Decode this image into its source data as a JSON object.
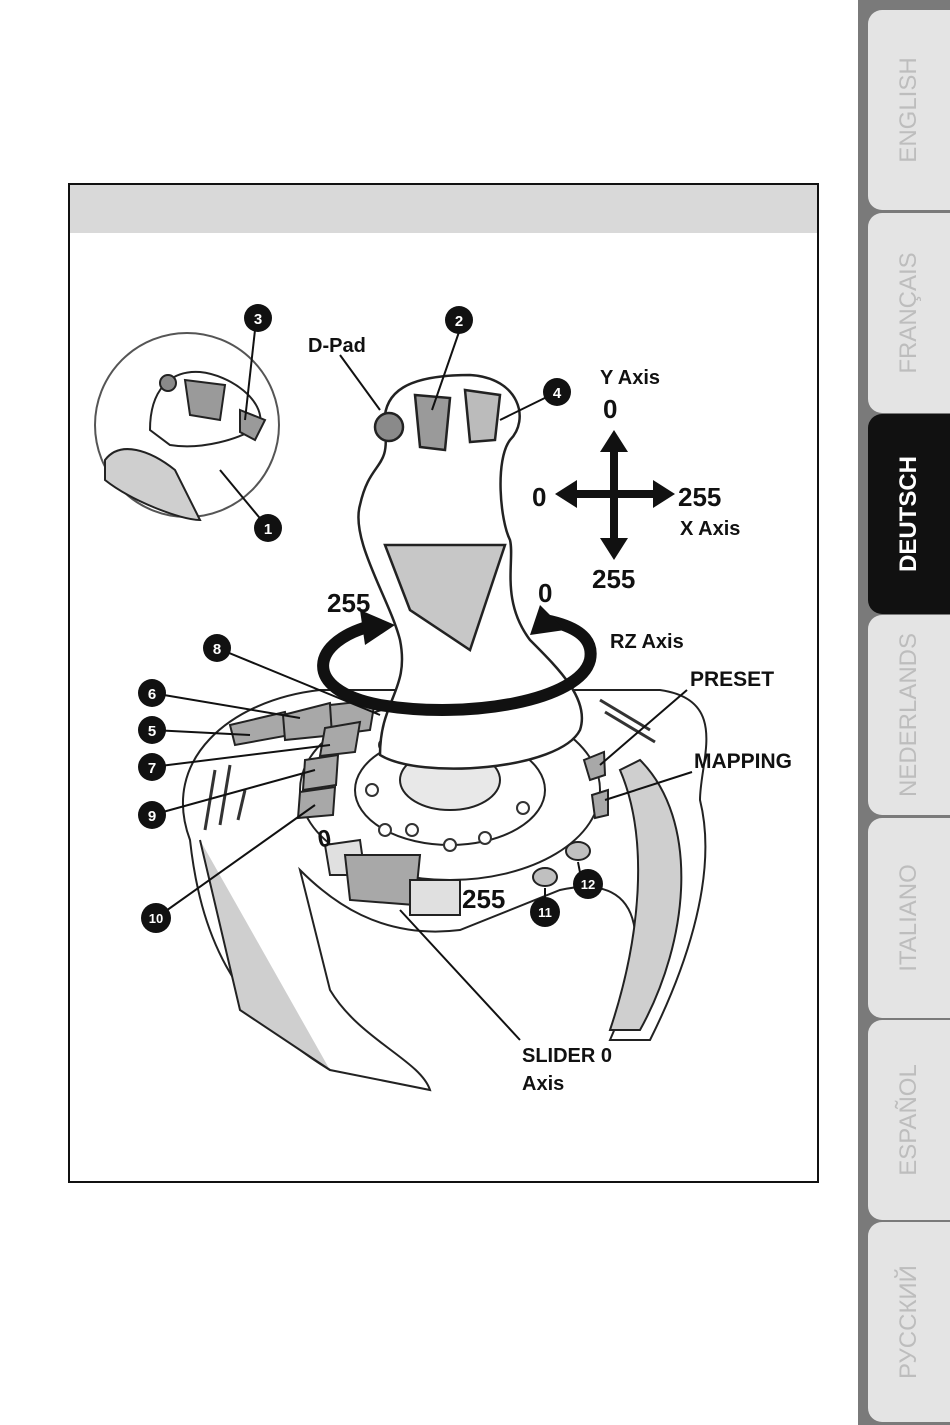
{
  "labels": {
    "dpad": "D-Pad",
    "y_axis": "Y Axis",
    "x_axis": "X Axis",
    "rz_axis": "RZ Axis",
    "preset": "PRESET",
    "mapping": "MAPPING",
    "slider_axis_line1": "SLIDER 0",
    "slider_axis_line2": "Axis",
    "y_top": "0",
    "y_bottom": "255",
    "x_left": "0",
    "x_right": "255",
    "rz_left": "255",
    "rz_right": "0",
    "slider_min": "0",
    "slider_max": "255"
  },
  "callouts": [
    "1",
    "2",
    "3",
    "4",
    "5",
    "6",
    "7",
    "8",
    "9",
    "10",
    "11",
    "12"
  ],
  "language_tabs": [
    {
      "label": "ENGLISH",
      "active": false
    },
    {
      "label": "FRANÇAIS",
      "active": false
    },
    {
      "label": "DEUTSCH",
      "active": true
    },
    {
      "label": "NEDERLANDS",
      "active": false
    },
    {
      "label": "ITALIANO",
      "active": false
    },
    {
      "label": "ESPAÑOL",
      "active": false
    },
    {
      "label": "РУССКИЙ",
      "active": false
    }
  ],
  "colors": {
    "tab_active": "#111111",
    "tab_inactive": "#e4e4e4",
    "tab_strip": "#7a7a7a",
    "header_band": "#d9d9d9"
  }
}
